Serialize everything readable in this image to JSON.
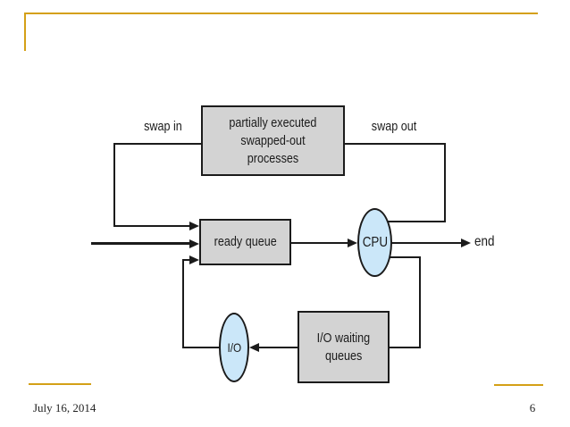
{
  "slide": {
    "date": "July 16, 2014",
    "slide_number": "6"
  },
  "diagram": {
    "nodes": {
      "swapped_box": {
        "lines": [
          "partially executed",
          "swapped-out processes"
        ]
      },
      "ready_queue": {
        "label": "ready queue"
      },
      "cpu": {
        "label": "CPU"
      },
      "io": {
        "label": "I/O"
      },
      "io_waiting": {
        "lines": [
          "I/O waiting",
          "queues"
        ]
      }
    },
    "labels": {
      "swap_in": "swap in",
      "swap_out": "swap out",
      "end": "end"
    }
  },
  "colors": {
    "accent": "#d4a017",
    "line": "#1b1b1b",
    "text": "#1b1b1b",
    "box_fill": "#d3d3d3",
    "ellipse_fill": "#cbe7f9",
    "background": "#ffffff"
  }
}
